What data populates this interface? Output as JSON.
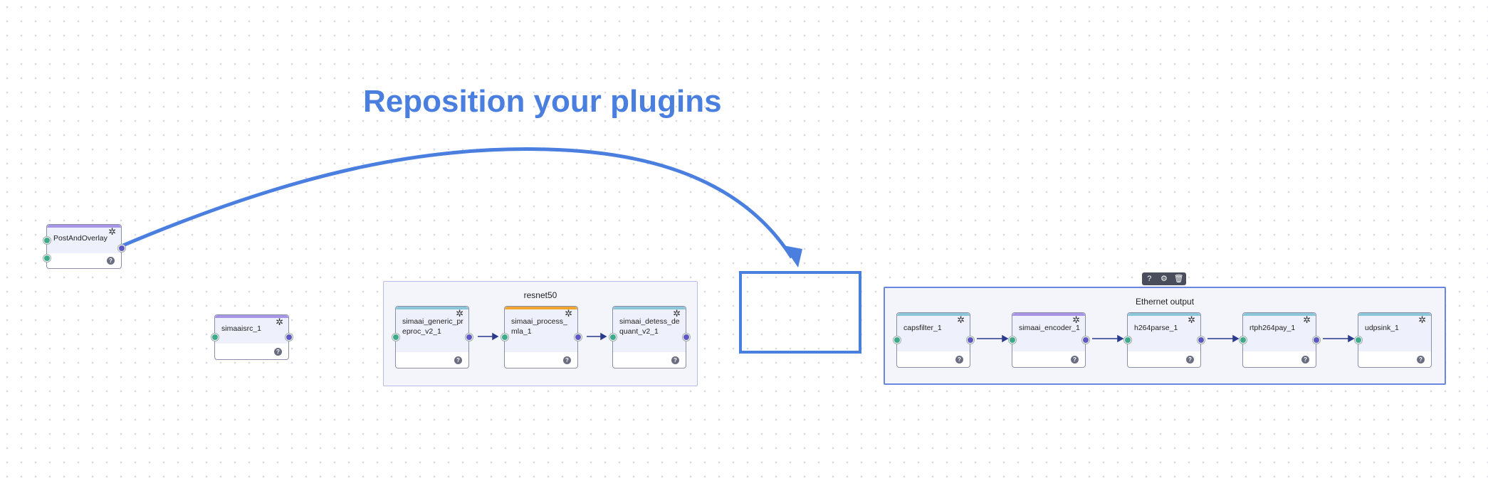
{
  "annotation": {
    "title": "Reposition your plugins"
  },
  "colors": {
    "accent": "#4a7fe0",
    "bar_purple": "#a995e6",
    "bar_teal": "#8cc7d9",
    "bar_orange": "#f0a52e",
    "in_port": "#3daa8a",
    "out_port": "#5f58c4"
  },
  "standalone_nodes": [
    {
      "label": "PostAndOverlay",
      "settings_icon": "gear-icon",
      "help_icon": "question-icon"
    },
    {
      "label": "simaaisrc_1",
      "settings_icon": "gear-icon",
      "help_icon": "question-icon"
    }
  ],
  "groups": {
    "resnet50": {
      "title": "resnet50",
      "nodes": [
        {
          "label": "simaai_generic_preproc_v2_1"
        },
        {
          "label": "simaai_process_mla_1"
        },
        {
          "label": "simaai_detess_dequant_v2_1"
        }
      ]
    },
    "ethernet_output": {
      "title": "Ethernet output",
      "toolbar": {
        "help": "?",
        "settings": "⚙",
        "delete": "🗑"
      },
      "nodes": [
        {
          "label": "capsfilter_1"
        },
        {
          "label": "simaai_encoder_1"
        },
        {
          "label": "h264parse_1"
        },
        {
          "label": "rtph264pay_1"
        },
        {
          "label": "udpsink_1"
        }
      ]
    }
  },
  "help_glyph": "?",
  "gear_glyph": "✲"
}
